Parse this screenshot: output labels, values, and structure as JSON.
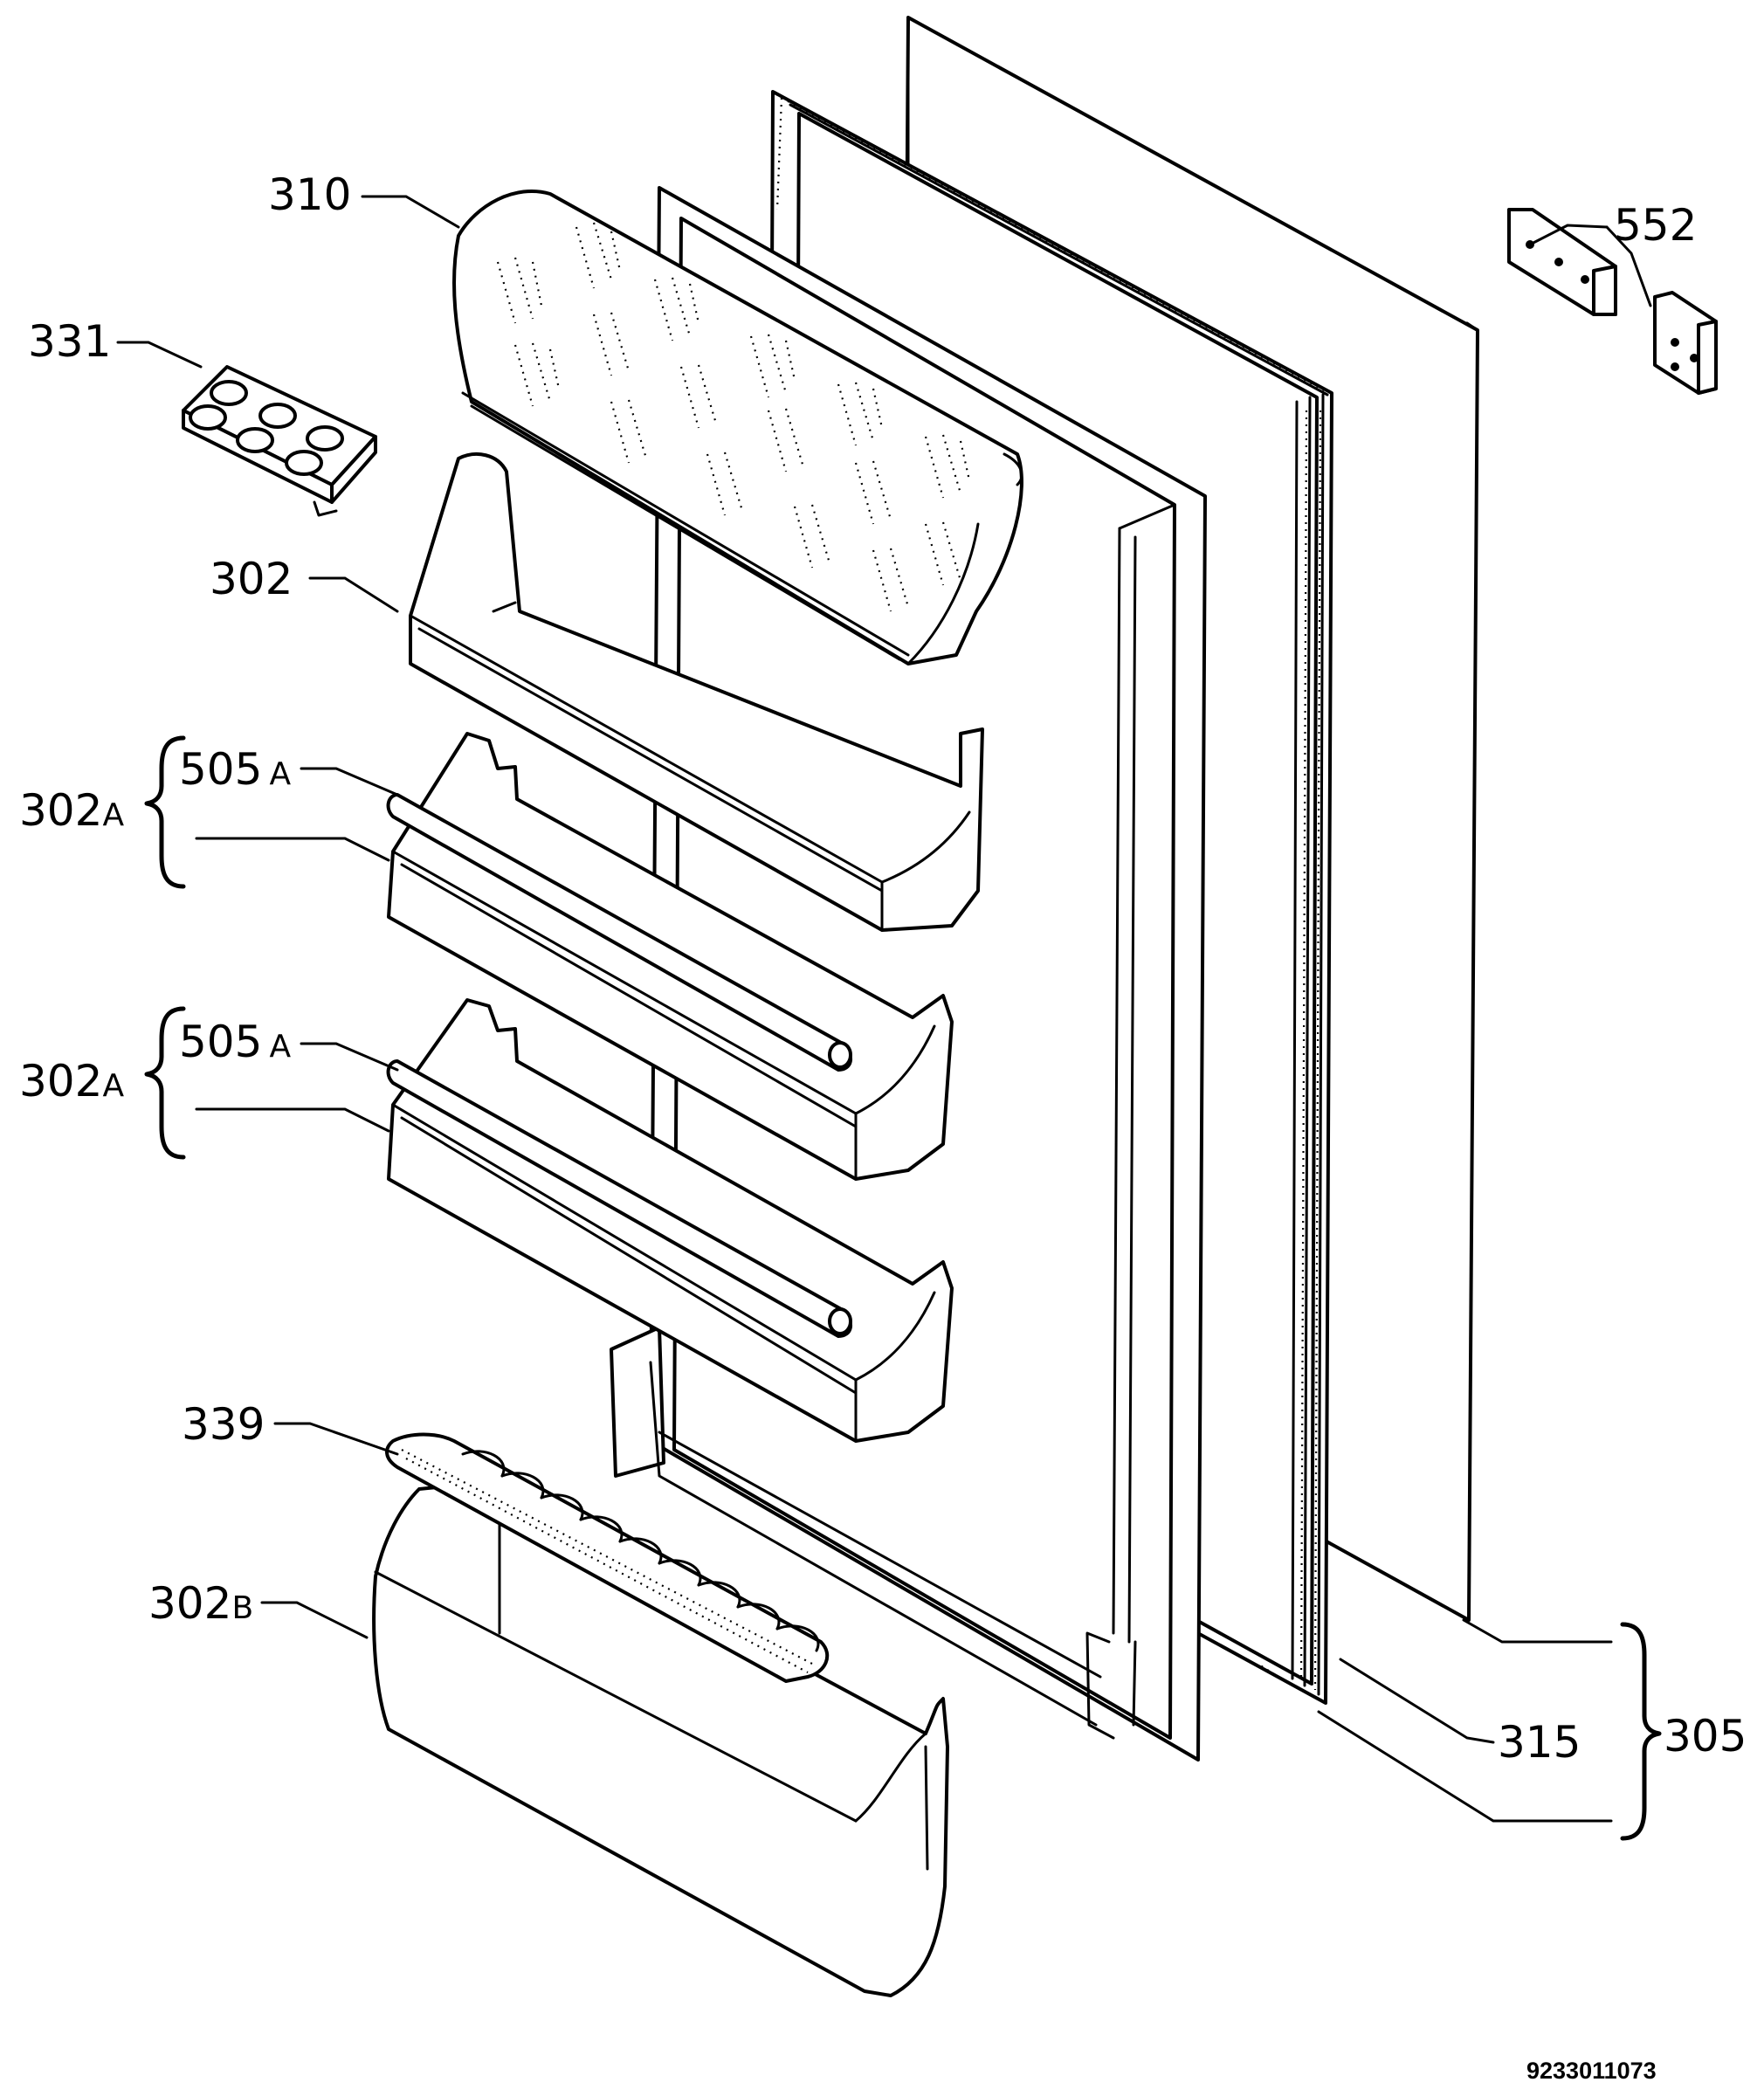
{
  "diagram": {
    "callouts": {
      "c310": "310",
      "c331": "331",
      "c302": "302",
      "c302A_1": "302",
      "c302A_1_suffix": "A",
      "c505A_1": "505",
      "c505A_1_suffix": "A",
      "c302A_2": "302",
      "c302A_2_suffix": "A",
      "c505A_2": "505",
      "c505A_2_suffix": "A",
      "c339": "339",
      "c302B": "302",
      "c302B_suffix": "B",
      "c552": "552",
      "c315": "315",
      "c305": "305"
    },
    "document_number": "9233011073"
  }
}
